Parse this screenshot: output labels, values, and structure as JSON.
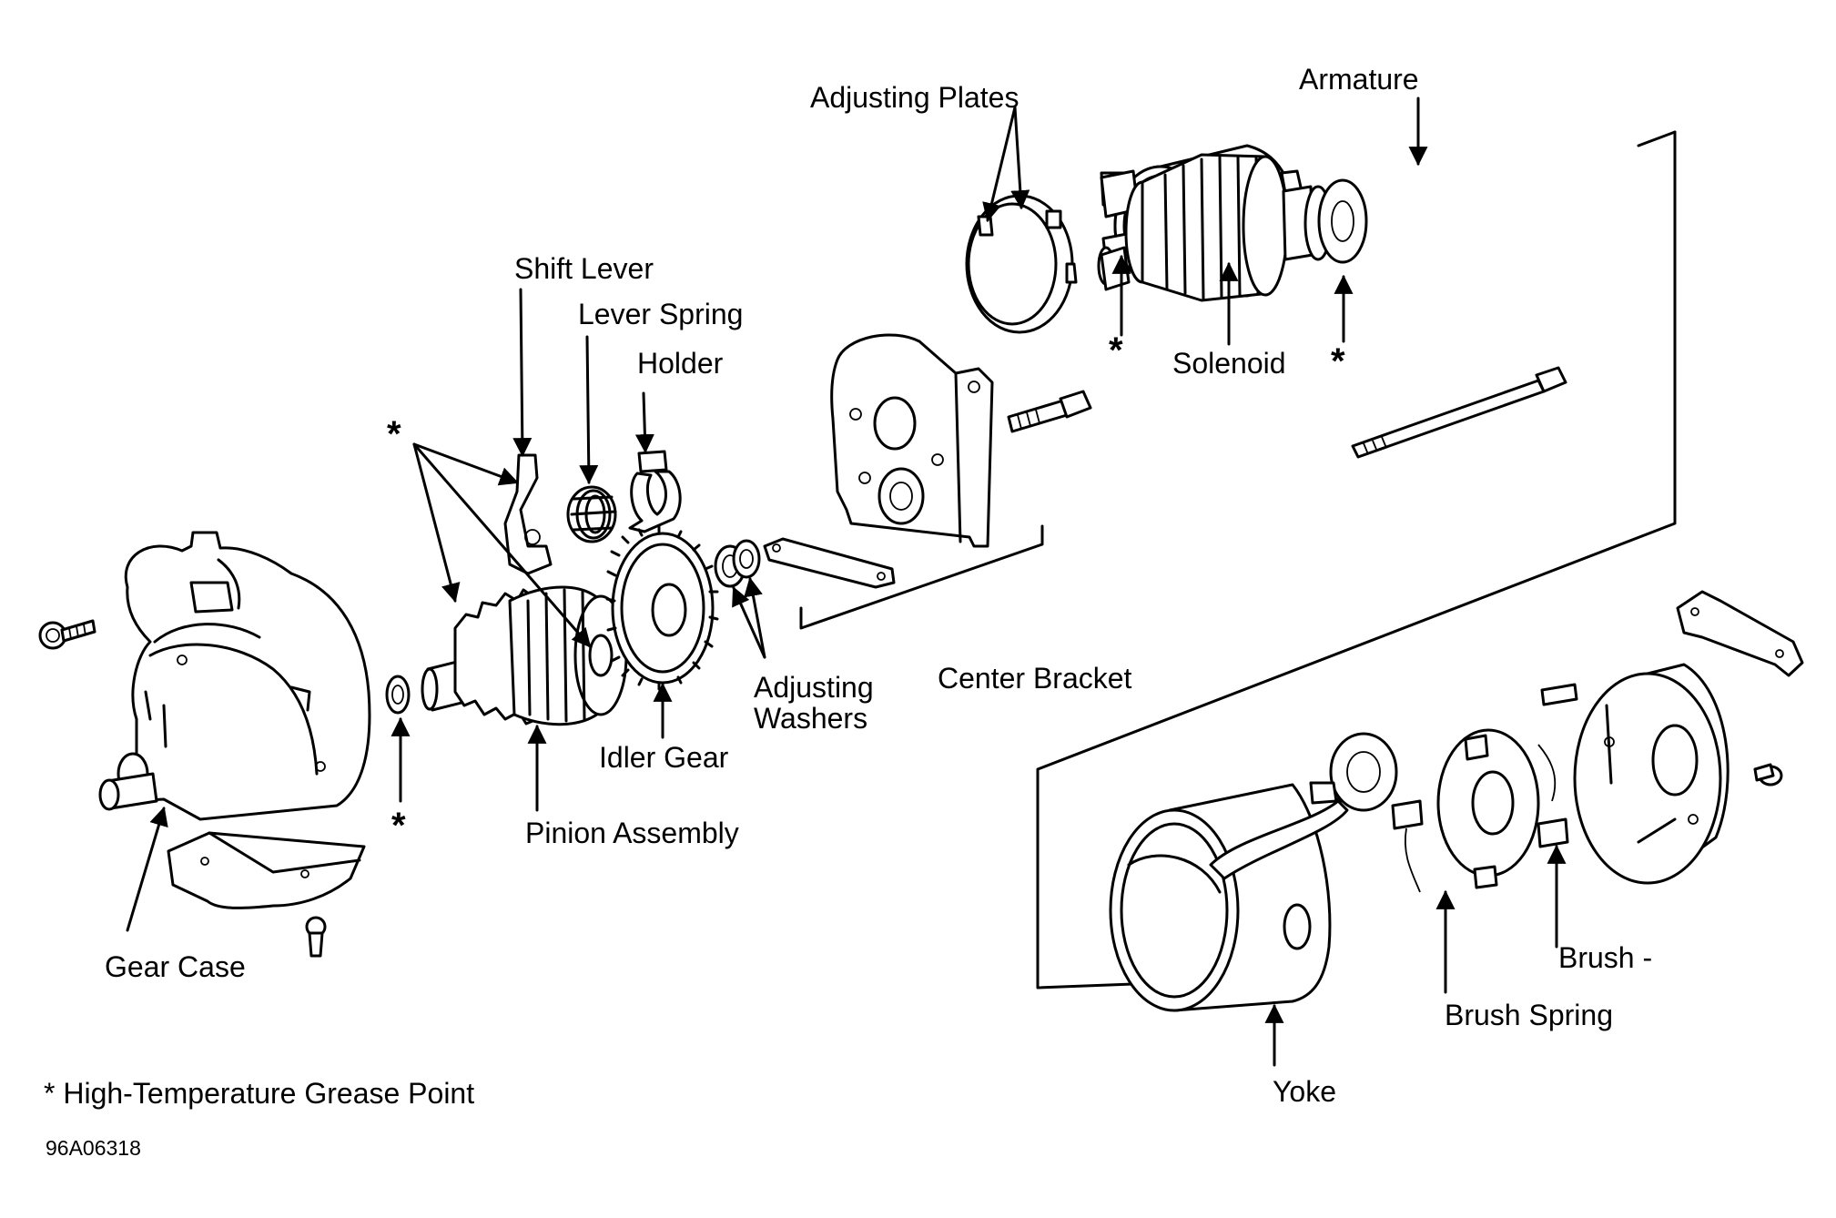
{
  "labels": {
    "adjusting_plates": "Adjusting Plates",
    "armature": "Armature",
    "shift_lever": "Shift Lever",
    "lever_spring": "Lever Spring",
    "holder": "Holder",
    "solenoid": "Solenoid",
    "center_bracket": "Center Bracket",
    "adjusting_washers_1": "Adjusting",
    "adjusting_washers_2": "Washers",
    "idler_gear": "Idler Gear",
    "pinion_assembly": "Pinion Assembly",
    "gear_case": "Gear Case",
    "brush_minus": "Brush -",
    "brush_spring": "Brush Spring",
    "yoke": "Yoke"
  },
  "grease_marker": "*",
  "legend": "* High-Temperature Grease Point",
  "figure_code": "96A06318",
  "colors": {
    "line": "#000000",
    "background": "#ffffff"
  }
}
